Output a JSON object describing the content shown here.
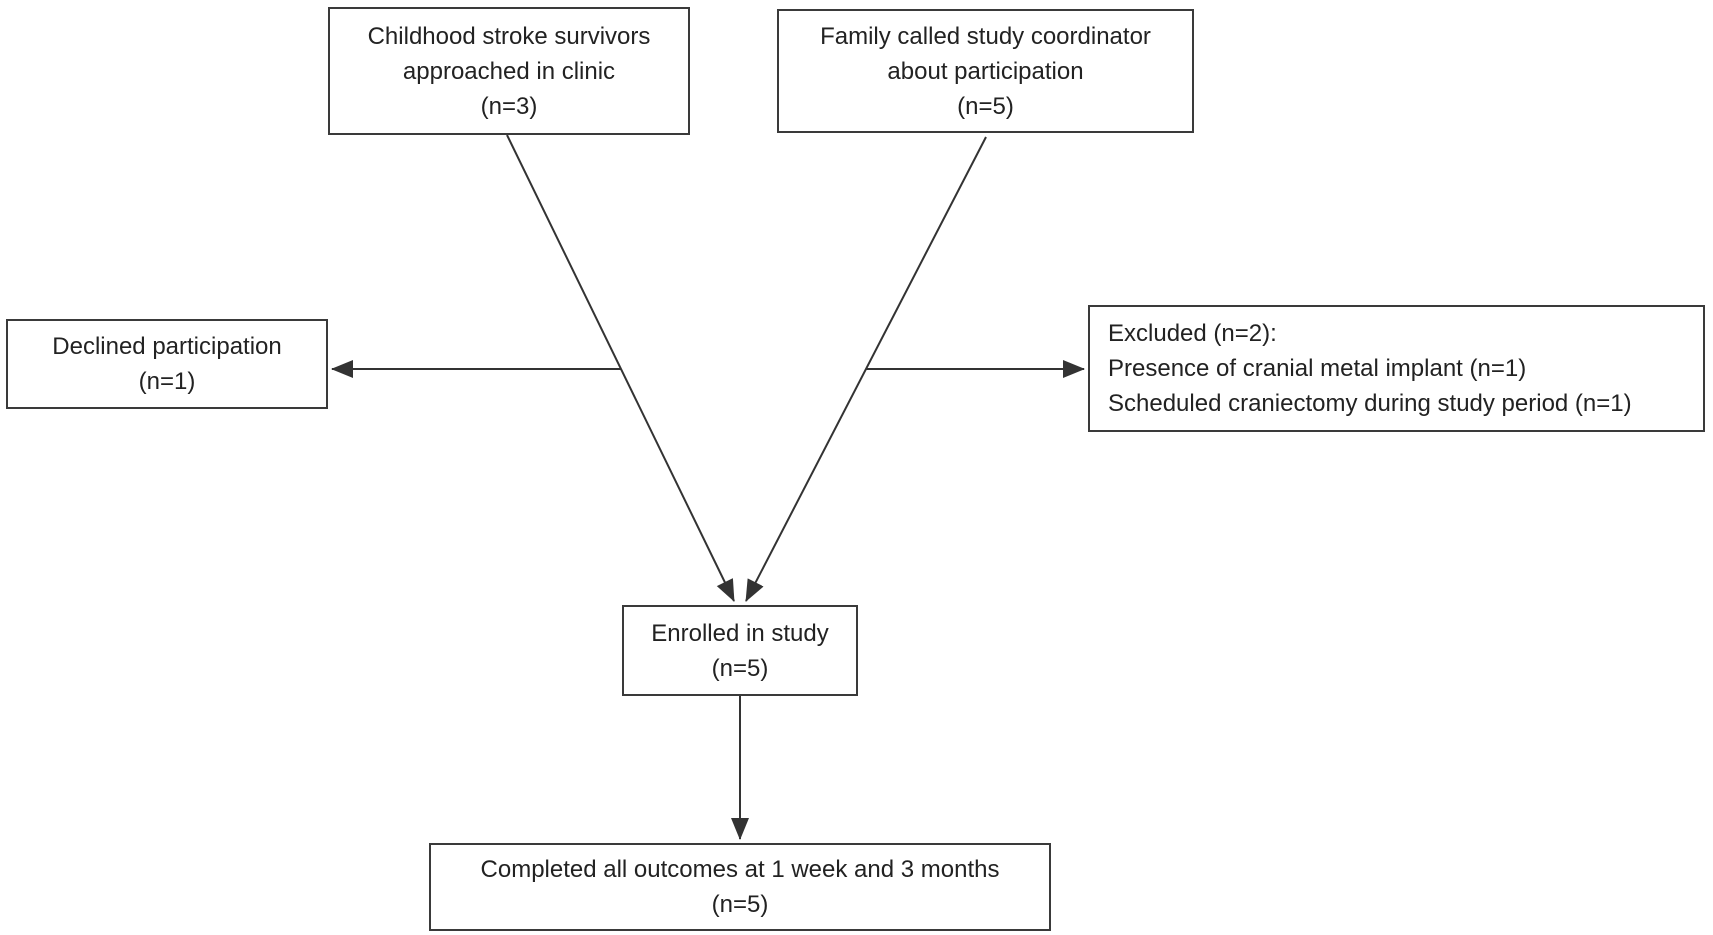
{
  "diagram_type": "study-enrollment-flowchart",
  "colors": {
    "background": "#ffffff",
    "box_border": "#3a3a3a",
    "text": "#222222",
    "arrow": "#333333"
  },
  "boxes": {
    "approached": {
      "lines": [
        "Childhood stroke survivors",
        "approached in clinic",
        "(n=3)"
      ]
    },
    "family": {
      "lines": [
        "Family called study coordinator",
        "about participation",
        "(n=5)"
      ]
    },
    "declined": {
      "lines": [
        "Declined participation",
        "(n=1)"
      ]
    },
    "excluded": {
      "lines": [
        "Excluded (n=2):",
        "Presence of cranial metal implant (n=1)",
        "Scheduled craniectomy during study period (n=1)"
      ]
    },
    "enrolled": {
      "lines": [
        "Enrolled in study",
        "(n=5)"
      ]
    },
    "completed": {
      "lines": [
        "Completed all outcomes at 1 week and 3 months",
        "(n=5)"
      ]
    }
  },
  "arrows": [
    {
      "from": "approached",
      "to": "enrolled",
      "style": "diagonal"
    },
    {
      "from": "family",
      "to": "enrolled",
      "style": "diagonal"
    },
    {
      "from": "approached-branch",
      "to": "declined",
      "style": "horizontal-left"
    },
    {
      "from": "family-branch",
      "to": "excluded",
      "style": "horizontal-right"
    },
    {
      "from": "enrolled",
      "to": "completed",
      "style": "vertical"
    }
  ]
}
